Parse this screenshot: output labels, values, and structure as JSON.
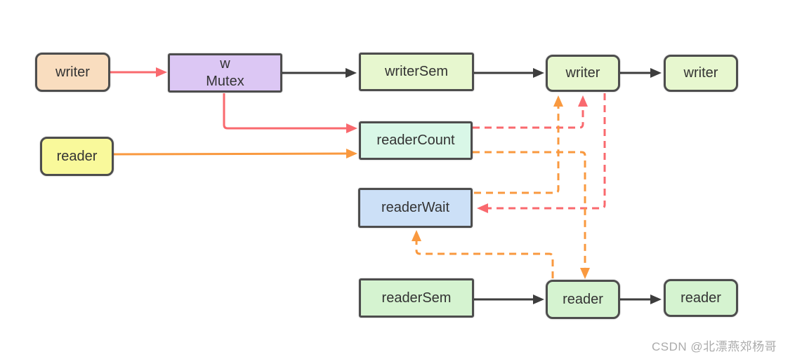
{
  "diagram": {
    "nodes": {
      "writer_src": {
        "label": "writer"
      },
      "w_mutex": {
        "line1": "w",
        "line2": "Mutex"
      },
      "writer_sem": {
        "label": "writerSem"
      },
      "writer_queue1": {
        "label": "writer"
      },
      "writer_queue2": {
        "label": "writer"
      },
      "reader_count": {
        "label": "readerCount"
      },
      "reader_src": {
        "label": "reader"
      },
      "reader_wait": {
        "label": "readerWait"
      },
      "reader_sem": {
        "label": "readerSem"
      },
      "reader_queue1": {
        "label": "reader"
      },
      "reader_queue2": {
        "label": "reader"
      }
    },
    "edges": [
      {
        "from": "writer",
        "to": "w Mutex",
        "style": "solid",
        "color": "pink"
      },
      {
        "from": "w Mutex",
        "to": "writerSem",
        "style": "solid",
        "color": "black"
      },
      {
        "from": "writerSem",
        "to": "writer queue",
        "style": "solid",
        "color": "black"
      },
      {
        "from": "writer queue",
        "to": "writer queue 2",
        "style": "solid",
        "color": "black"
      },
      {
        "from": "w Mutex",
        "to": "readerCount",
        "style": "solid",
        "color": "pink"
      },
      {
        "from": "reader",
        "to": "readerCount",
        "style": "solid",
        "color": "orange"
      },
      {
        "from": "readerCount",
        "to": "writer queue",
        "style": "dashed",
        "color": "pink"
      },
      {
        "from": "writer queue",
        "to": "readerWait",
        "style": "dashed",
        "color": "pink"
      },
      {
        "from": "readerCount",
        "to": "reader queue",
        "style": "dashed",
        "color": "orange"
      },
      {
        "from": "readerWait",
        "to": "writer queue",
        "style": "dashed",
        "color": "orange"
      },
      {
        "from": "reader queue",
        "to": "readerWait",
        "style": "dashed",
        "color": "orange"
      },
      {
        "from": "readerSem",
        "to": "reader queue",
        "style": "solid",
        "color": "black"
      },
      {
        "from": "reader queue",
        "to": "reader queue 2",
        "style": "solid",
        "color": "black"
      }
    ],
    "palette": {
      "pink": "#F9696E",
      "orange": "#F9993F",
      "black": "#3D3D3D",
      "border": "#4D4D4D",
      "peach": "#F9DDBF",
      "purple": "#DCC7F4",
      "pale_green": "#E7F7CF",
      "mint": "#D9F7E7",
      "blue": "#CCE0F7",
      "green": "#D5F3D0",
      "yellow": "#F9F99B",
      "watermark_gray": "#ABABAB"
    }
  },
  "watermark": {
    "text": "CSDN @北漂燕郊杨哥"
  }
}
